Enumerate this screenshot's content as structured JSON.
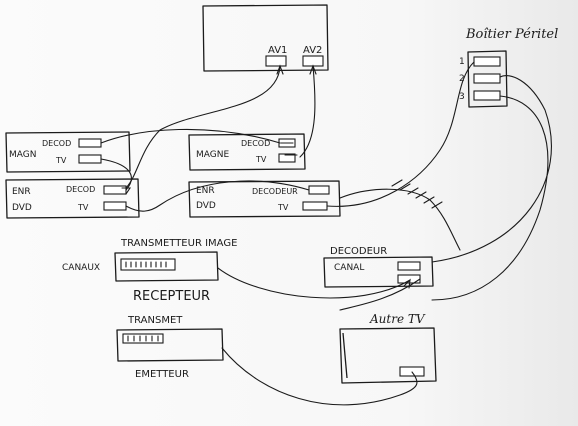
{
  "tv_main": {
    "av1": "AV1",
    "av2": "AV2"
  },
  "peritel": {
    "title": "Boîtier Péritel",
    "n1": "1",
    "n2": "2",
    "n3": "3"
  },
  "magn_left": {
    "name": "MAGN",
    "decod": "DECOD",
    "tv": "TV"
  },
  "magne_mid": {
    "name": "MAGNE",
    "decod": "DECOD",
    "tv": "TV"
  },
  "enr_left": {
    "line1": "ENR",
    "line2": "DVD",
    "decod": "DECOD",
    "tv": "TV"
  },
  "enr_mid": {
    "line1": "ENR",
    "line2": "DVD",
    "decodeur": "DECODEUR",
    "tv": "TV"
  },
  "transmetteur": {
    "title": "TRANSMETTEUR IMAGE",
    "canaux": "CANAUX",
    "recepteur": "RECEPTEUR"
  },
  "decodeur": {
    "title": "DECODEUR",
    "canal": "CANAL"
  },
  "transmet": {
    "title": "TRANSMET",
    "emetteur": "EMETTEUR"
  },
  "autre_tv": {
    "title": "Autre TV"
  }
}
